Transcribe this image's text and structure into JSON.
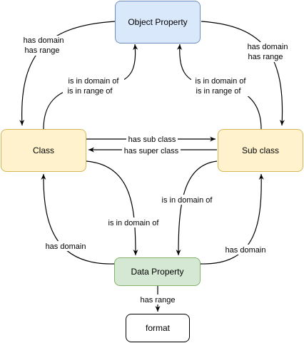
{
  "nodes": {
    "object_property": {
      "label": "Object Property",
      "fill": "#dae8fc",
      "stroke": "#6c8ebf"
    },
    "class": {
      "label": "Class",
      "fill": "#fff2cc",
      "stroke": "#d6b656"
    },
    "sub_class": {
      "label": "Sub class",
      "fill": "#fff2cc",
      "stroke": "#d6b656"
    },
    "data_property": {
      "label": "Data Property",
      "fill": "#d5e8d4",
      "stroke": "#82b366"
    },
    "format": {
      "label": "format",
      "fill": "#ffffff",
      "stroke": "#000000"
    }
  },
  "edges": {
    "op_to_class_1": "has domain",
    "op_to_class_2": "has range",
    "class_to_op_1": "is in domain of",
    "class_to_op_2": "is in range of",
    "op_to_sub_1": "has domain",
    "op_to_sub_2": "has range",
    "sub_to_op_1": "is in domain of",
    "sub_to_op_2": "is in range of",
    "has_sub_class": "has sub class",
    "has_super_class": "has super class",
    "class_to_dp": "is in domain of",
    "sub_to_dp": "is in domain of",
    "dp_to_class": "has domain",
    "dp_to_sub": "has domain",
    "dp_to_format": "has range"
  }
}
